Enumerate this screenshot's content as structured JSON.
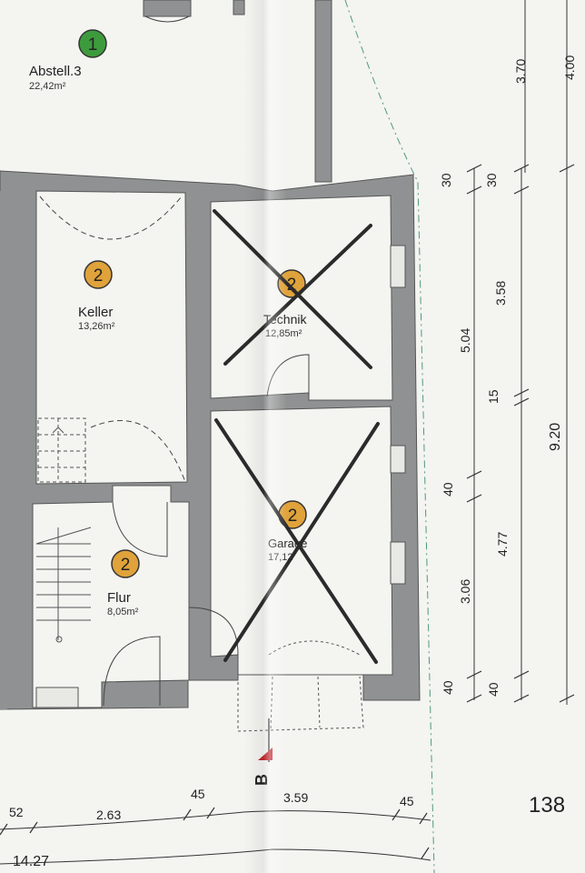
{
  "rooms": [
    {
      "key": "abstell",
      "badge": "1",
      "name": "Abstell.3",
      "area": "22,42m²",
      "badge_color": "#3d9b3d"
    },
    {
      "key": "keller",
      "badge": "2",
      "name": "Keller",
      "area": "13,26m²",
      "badge_color": "#e0a23a"
    },
    {
      "key": "technik",
      "badge": "2",
      "name": "Technik",
      "area": "12,85m²",
      "badge_color": "#e0a23a"
    },
    {
      "key": "flur",
      "badge": "2",
      "name": "Flur",
      "area": "8,05m²",
      "badge_color": "#e0a23a"
    },
    {
      "key": "garage",
      "badge": "2",
      "name": "Garage",
      "area": "17,12",
      "badge_color": "#e0a23a"
    }
  ],
  "dims_vertical": {
    "col1": [
      "30",
      "5.04",
      "15",
      "40",
      "3.06",
      "40"
    ],
    "col2": [
      "30",
      "3.58",
      "4.77",
      "40"
    ],
    "col3": [
      "3.70",
      "9.20"
    ],
    "col4": [
      "4.00"
    ]
  },
  "dims_horizontal": [
    "52",
    "2.63",
    "45",
    "3.59",
    "45"
  ],
  "total_width": "14.27",
  "section_marker": "B",
  "page_number": "138",
  "wall_color": "#8f9192",
  "cross_color": "#2b2b2b",
  "marker_color": "#c0272d"
}
